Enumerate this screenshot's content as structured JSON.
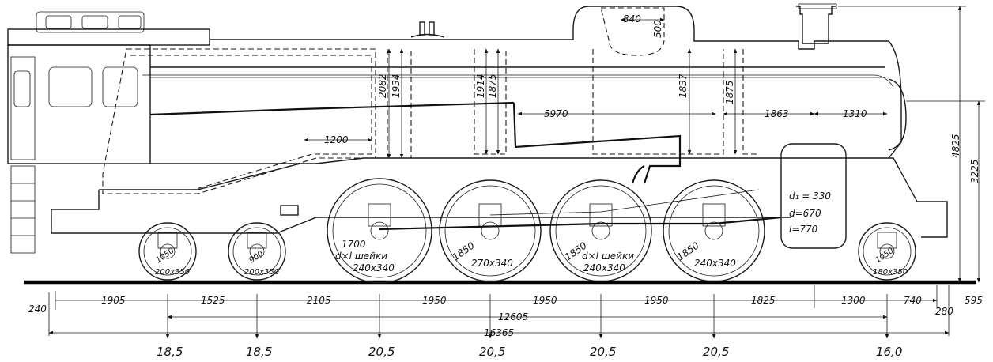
{
  "dimensions": {
    "top": {
      "dome_width": "840",
      "dome_height": "500"
    },
    "heights": {
      "cab_2082": "2082",
      "cab_1934": "1934",
      "h_1914": "1914",
      "h_1875_a": "1875",
      "h_1837": "1837",
      "h_1875_b": "1875",
      "total_4825": "4825",
      "axis_3225": "3225"
    },
    "horizontal_upper": {
      "firebox_1200": "1200",
      "boiler_5970": "5970",
      "boiler_1863": "1863",
      "smokebox_1310": "1310"
    },
    "cylinder": {
      "d1": "d₁ = 330",
      "d": "d=670",
      "l": "l=770"
    },
    "wheels": {
      "trailing_1": {
        "diam": "1050",
        "journal": "200x350"
      },
      "trailing_2": {
        "diam": "900",
        "journal": "200x350"
      },
      "driver_1": {
        "diam": "1700",
        "note": "d×l шейки",
        "journal": "240x340"
      },
      "driver_2": {
        "diam": "1850",
        "journal": "270x340"
      },
      "driver_3": {
        "diam": "1850",
        "note": "d×l шейки",
        "journal": "240x340"
      },
      "driver_4": {
        "diam": "1850",
        "journal": "240x340"
      },
      "leading": {
        "diam": "1050",
        "journal": "180x350"
      }
    },
    "spacing_row": [
      "1905",
      "1525",
      "2105",
      "1950",
      "1950",
      "1950",
      "1825",
      "1300",
      "740"
    ],
    "left_overhang": "240",
    "right_595": "595",
    "right_280": "280",
    "wheelbase_total": "12605",
    "length_total": "16365"
  },
  "axle_loads": [
    "18,5",
    "18,5",
    "20,5",
    "20,5",
    "20,5",
    "20,5",
    "16,0"
  ]
}
